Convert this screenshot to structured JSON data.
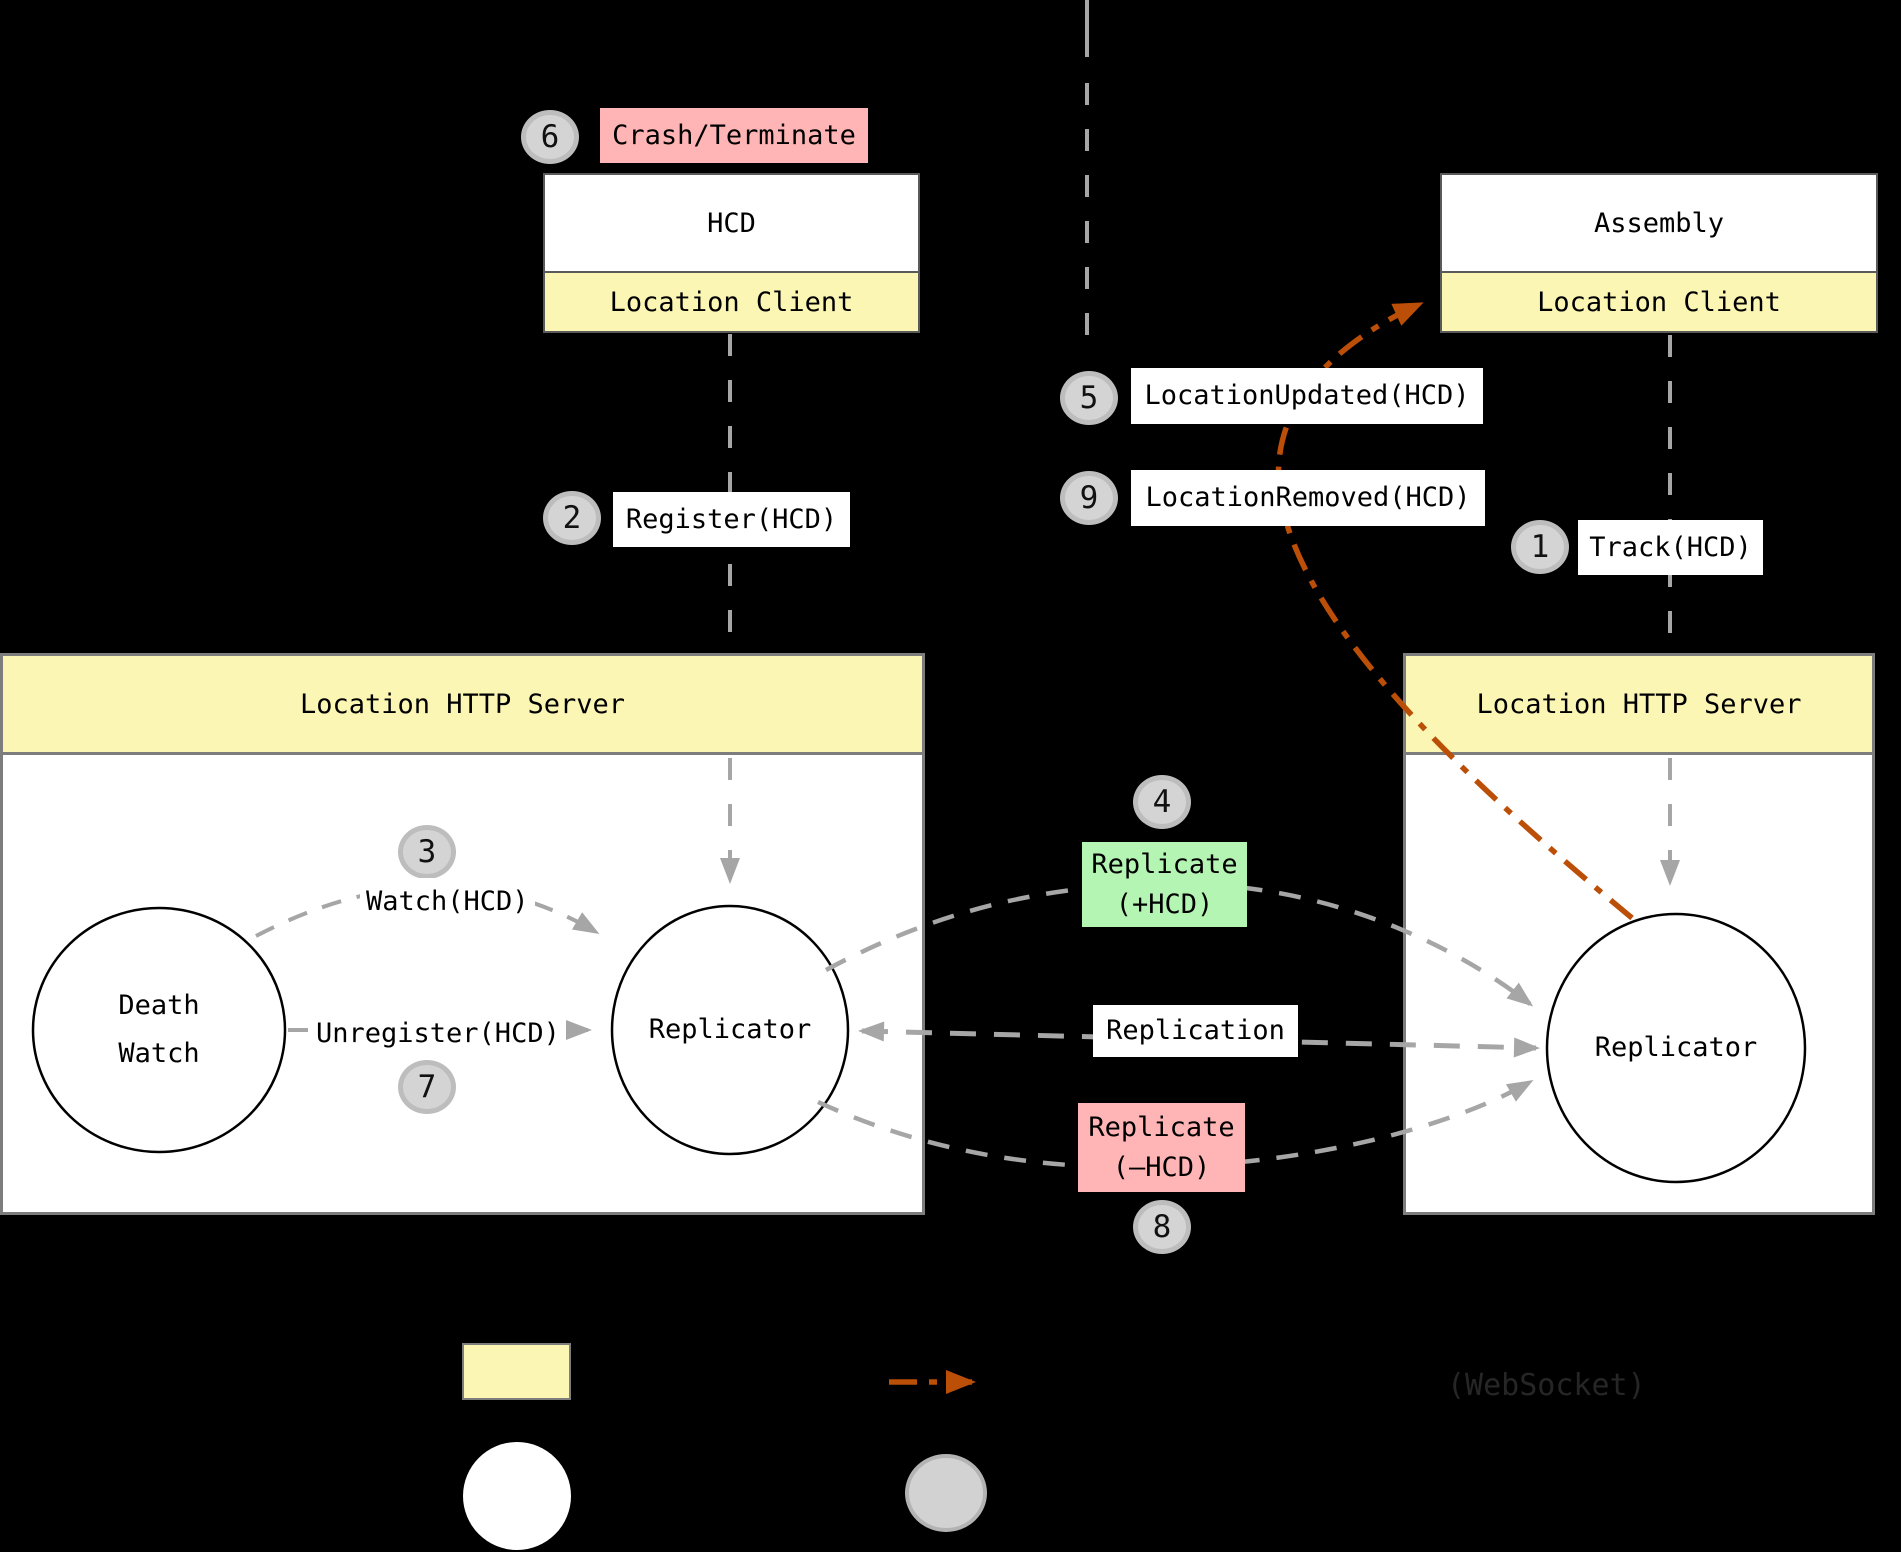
{
  "components": {
    "hcd": {
      "title": "HCD",
      "client_label": "Location Client"
    },
    "assembly": {
      "title": "Assembly",
      "client_label": "Location Client"
    },
    "left_server": {
      "title": "Location HTTP Server"
    },
    "right_server": {
      "title": "Location HTTP Server"
    }
  },
  "nodes": {
    "death_watch": {
      "line1": "Death",
      "line2": "Watch"
    },
    "left_replicator": {
      "label": "Replicator"
    },
    "right_replicator": {
      "label": "Replicator"
    }
  },
  "messages": {
    "track": {
      "num": "1",
      "label": "Track(HCD)"
    },
    "register": {
      "num": "2",
      "label": "Register(HCD)"
    },
    "watch": {
      "num": "3",
      "label": "Watch(HCD)"
    },
    "replicate_add": {
      "num": "4",
      "line1": "Replicate",
      "line2": "(+HCD)"
    },
    "location_updated": {
      "num": "5",
      "label": "LocationUpdated(HCD)"
    },
    "crash": {
      "num": "6",
      "label": "Crash/Terminate"
    },
    "unregister": {
      "num": "7",
      "label": "Unregister(HCD)"
    },
    "replicate_remove": {
      "num": "8",
      "line1": "Replicate",
      "line2": "(—HCD)"
    },
    "location_removed": {
      "num": "9",
      "label": "LocationRemoved(HCD)"
    },
    "replication": {
      "label": "Replication"
    }
  },
  "legend": {
    "websocket_label": "(WebSocket)"
  },
  "colors": {
    "background": "#000000",
    "box_yellow": "#FBF6B4",
    "label_pink": "#FFB5B5",
    "label_green": "#B4F5B4",
    "dashed_gray": "#A6A6A6",
    "websocket_orange": "#BC4F07",
    "badge_fill": "#D4D4D4",
    "badge_border": "#BDBDBD",
    "node_fill": "#FFFFFF",
    "node_stroke": "#000000"
  }
}
